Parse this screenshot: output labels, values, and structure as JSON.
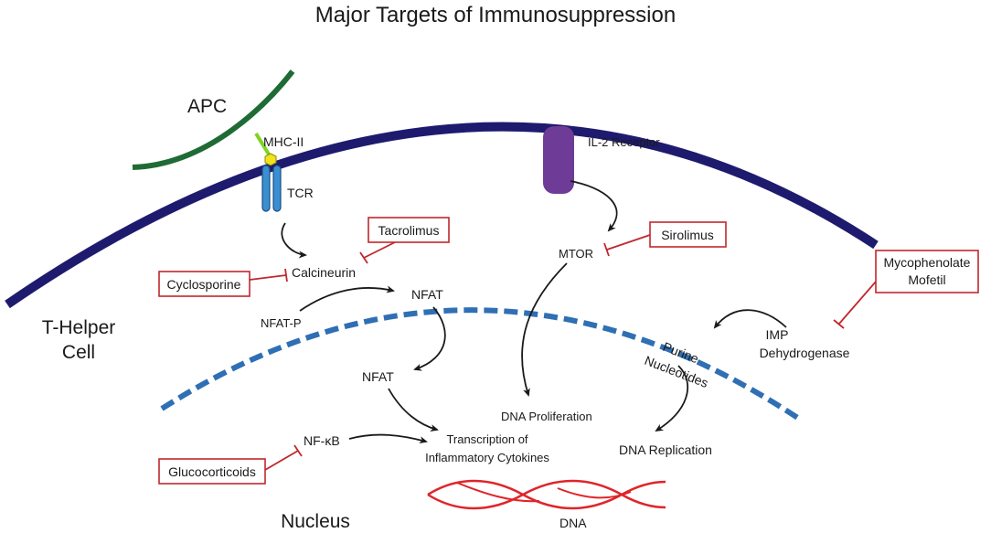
{
  "title": "Major Targets of Immunosuppression",
  "labels": {
    "apc": "APC",
    "mhc": "MHC-II",
    "tcr": "TCR",
    "il2": "IL-2 Receptor",
    "thelper_1": "T-Helper",
    "thelper_2": "Cell",
    "calcineurin": "Calcineurin",
    "nfat_p": "NFAT-P",
    "nfat_1": "NFAT",
    "nfat_2": "NFAT",
    "mtor": "MTOR",
    "purine_1": "Purine",
    "purine_2": "Nucleotides",
    "imp_1": "IMP",
    "imp_2": "Dehydrogenase",
    "dna_prolif": "DNA Proliferation",
    "dna_repl": "DNA Replication",
    "transcription_1": "Transcription of",
    "transcription_2": "Inflammatory Cytokines",
    "nfkb": "NF-κB",
    "nucleus": "Nucleus",
    "dna": "DNA"
  },
  "drugs": {
    "tacrolimus": "Tacrolimus",
    "cyclosporine": "Cyclosporine",
    "sirolimus": "Sirolimus",
    "mycophenolate_1": "Mycophenolate",
    "mycophenolate_2": "Mofetil",
    "glucocorticoids": "Glucocorticoids"
  },
  "colors": {
    "membrane": "#1e1b6e",
    "apc_membrane": "#1f6b35",
    "nucleus_membrane": "#2f6fb4",
    "drug_box": "#c0282d",
    "il2_receptor": "#6e3c96",
    "tcr": "#3a8fd0",
    "mhc": "#7ed321",
    "antigen": "#f1e21c",
    "dna": "#e0242a"
  }
}
